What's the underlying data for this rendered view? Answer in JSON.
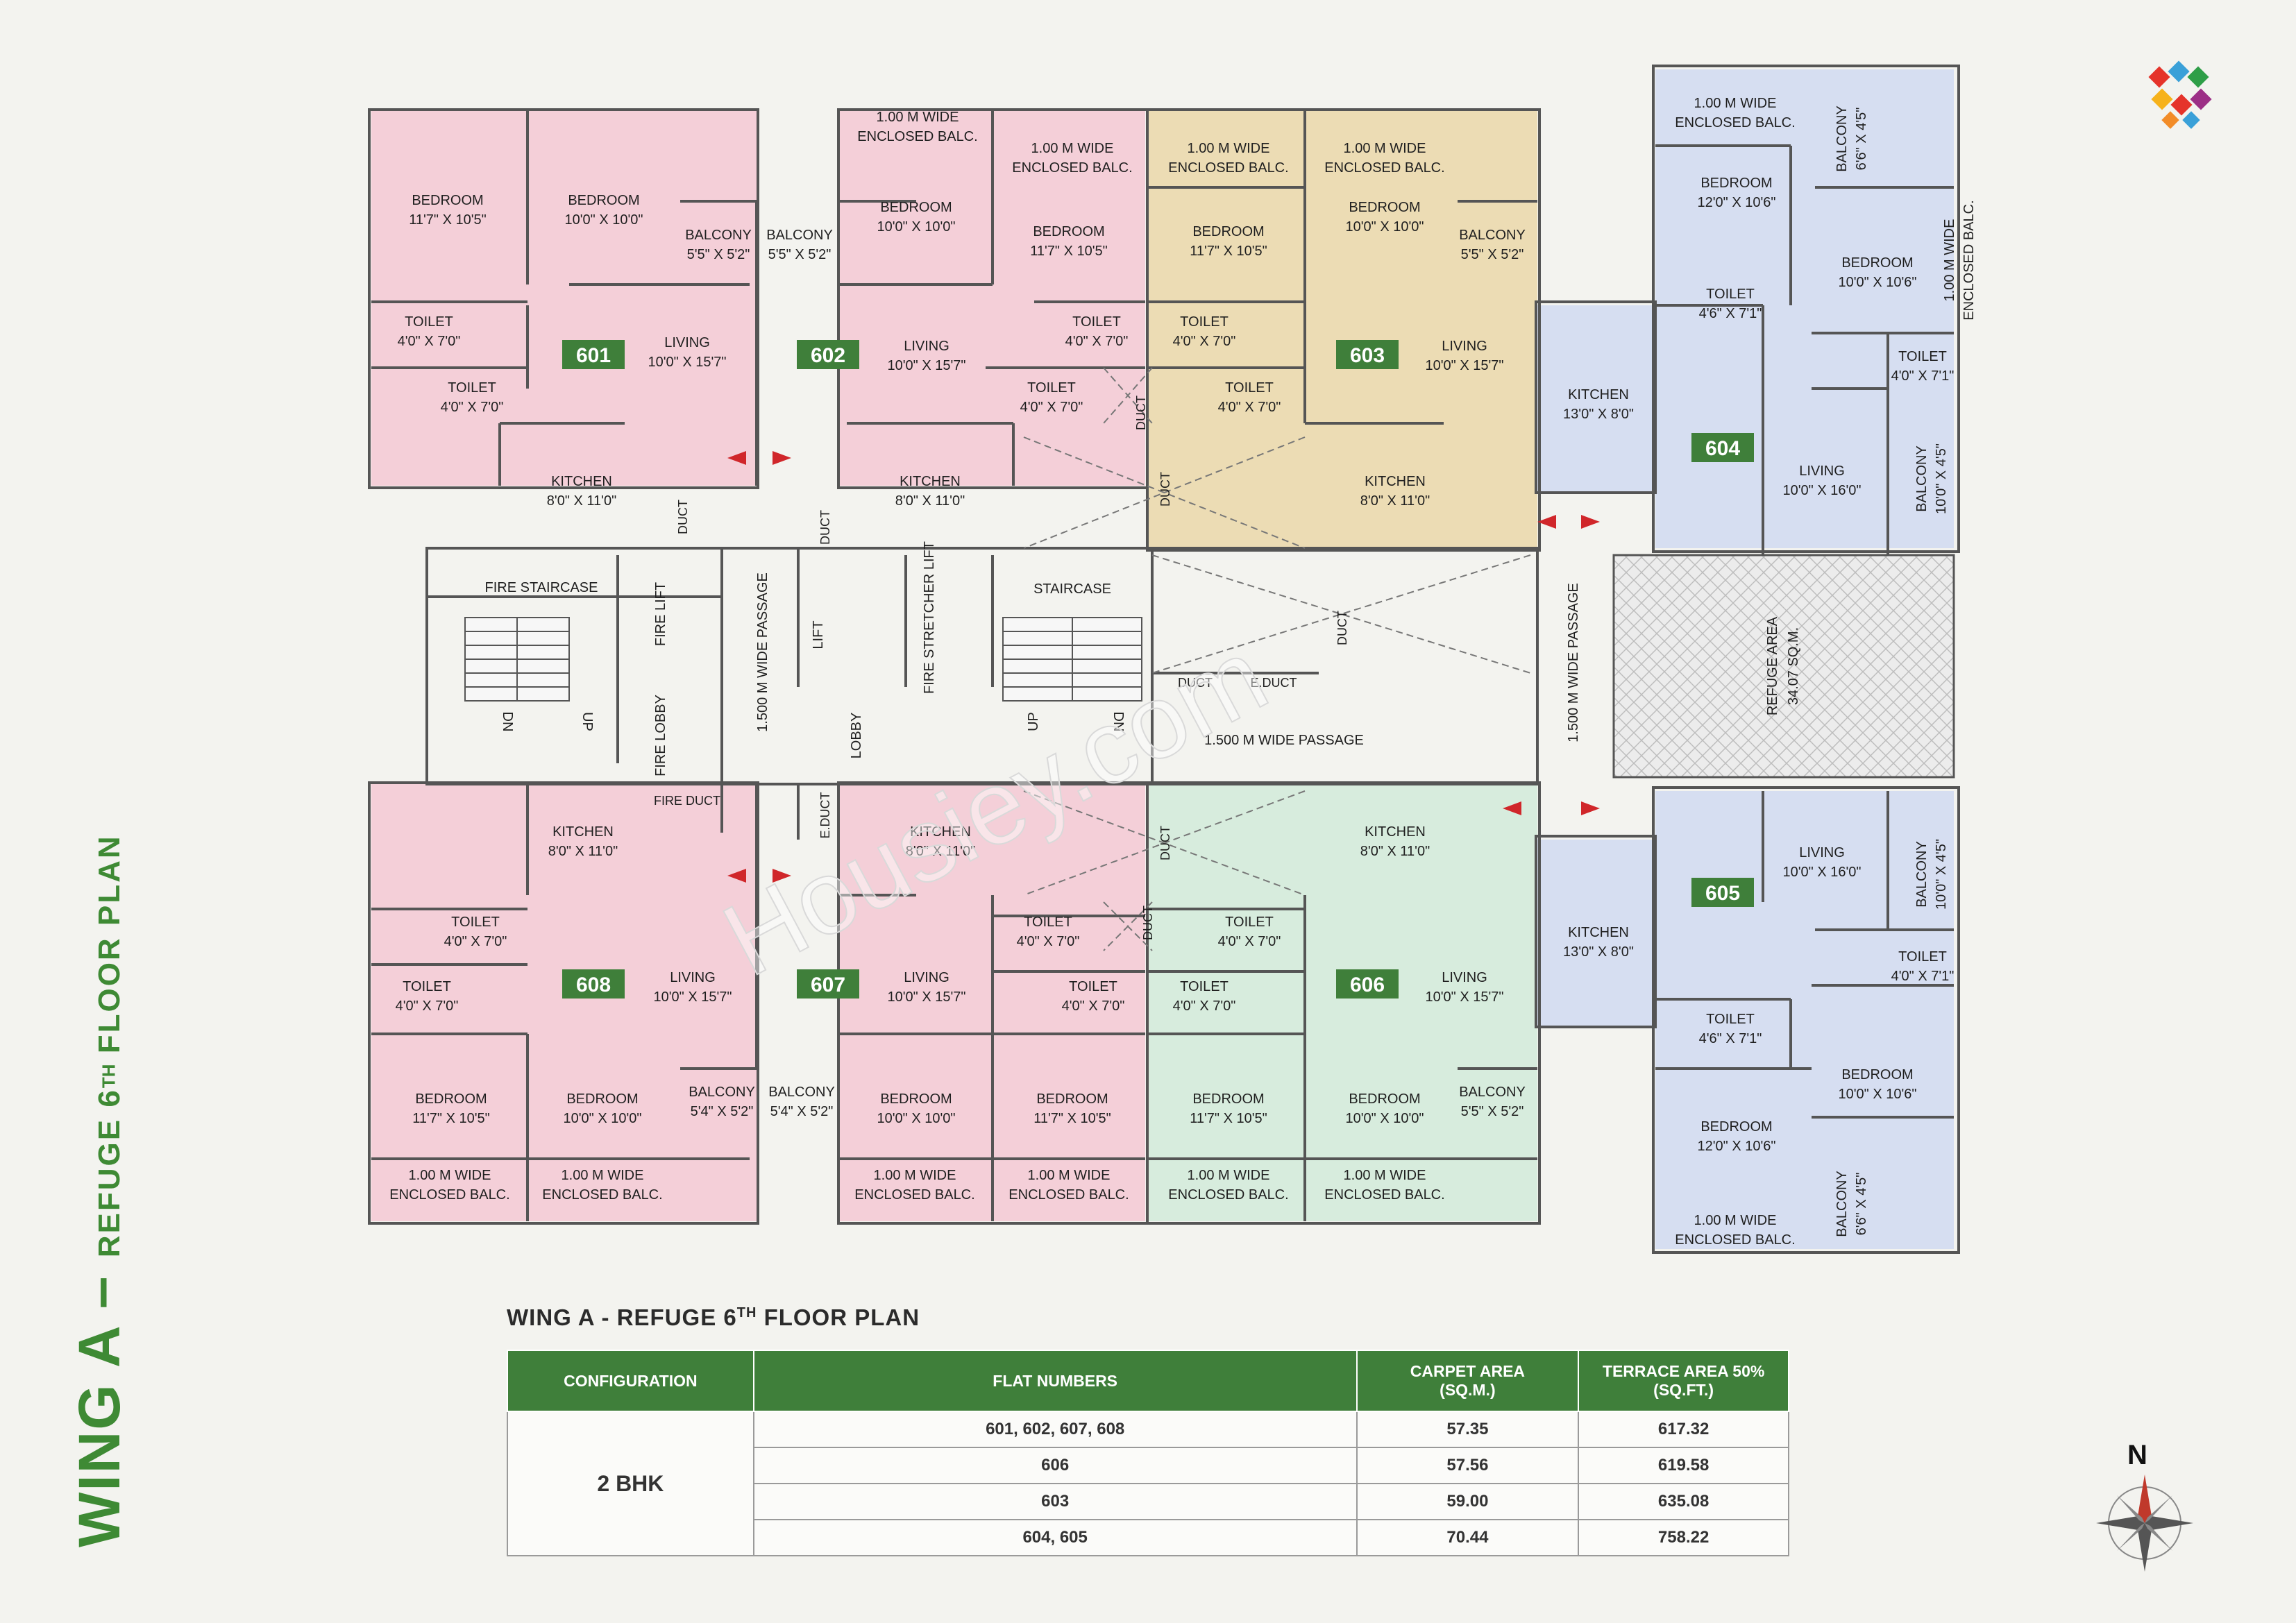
{
  "side_title": {
    "main": "WING A – ",
    "sub": "REFUGE 6",
    "sup": "TH",
    "rest": " FLOOR PLAN"
  },
  "table_title": {
    "main": "WING A - REFUGE 6",
    "sup": "TH",
    "rest": " FLOOR PLAN"
  },
  "colors": {
    "pink": "#f4cfd8",
    "beige": "#ecdcb4",
    "blue": "#d6def1",
    "green": "#d7ecdd",
    "badge": "#3f7f3a",
    "arrow": "#d0262a"
  },
  "watermark": "Housiey.com",
  "compass": {
    "label": "N"
  },
  "flats": [
    {
      "id": "601",
      "rooms": [
        {
          "name": "BEDROOM",
          "size": "11'7\" X 10'5\""
        },
        {
          "name": "BEDROOM",
          "size": "10'0\" X 10'0\""
        },
        {
          "name": "BALCONY",
          "size": "5'5\" X 5'2\""
        },
        {
          "name": "TOILET",
          "size": "4'0\" X 7'0\""
        },
        {
          "name": "LIVING",
          "size": "10'0\" X 15'7\""
        },
        {
          "name": "TOILET",
          "size": "4'0\" X 7'0\""
        },
        {
          "name": "KITCHEN",
          "size": "8'0\" X 11'0\""
        }
      ]
    },
    {
      "id": "602",
      "rooms": [
        {
          "name": "1.00 M WIDE",
          "size": "ENCLOSED BALC."
        },
        {
          "name": "1.00 M WIDE",
          "size": "ENCLOSED BALC."
        },
        {
          "name": "BALCONY",
          "size": "5'5\" X 5'2\""
        },
        {
          "name": "BEDROOM",
          "size": "10'0\" X 10'0\""
        },
        {
          "name": "BEDROOM",
          "size": "11'7\" X 10'5\""
        },
        {
          "name": "LIVING",
          "size": "10'0\" X 15'7\""
        },
        {
          "name": "TOILET",
          "size": "4'0\" X 7'0\""
        },
        {
          "name": "TOILET",
          "size": "4'0\" X 7'0\""
        },
        {
          "name": "KITCHEN",
          "size": "8'0\" X 11'0\""
        }
      ]
    },
    {
      "id": "603",
      "rooms": [
        {
          "name": "1.00 M WIDE",
          "size": "ENCLOSED BALC."
        },
        {
          "name": "1.00 M WIDE",
          "size": "ENCLOSED BALC."
        },
        {
          "name": "BEDROOM",
          "size": "11'7\" X 10'5\""
        },
        {
          "name": "BEDROOM",
          "size": "10'0\" X 10'0\""
        },
        {
          "name": "BALCONY",
          "size": "5'5\" X 5'2\""
        },
        {
          "name": "TOILET",
          "size": "4'0\" X 7'0\""
        },
        {
          "name": "TOILET",
          "size": "4'0\" X 7'0\""
        },
        {
          "name": "LIVING",
          "size": "10'0\" X 15'7\""
        },
        {
          "name": "KITCHEN",
          "size": "8'0\" X 11'0\""
        }
      ]
    },
    {
      "id": "604",
      "rooms": [
        {
          "name": "1.00 M WIDE",
          "size": "ENCLOSED BALC."
        },
        {
          "name": "BALCONY",
          "size": "6'6\" X 4'5\""
        },
        {
          "name": "BEDROOM",
          "size": "12'0\" X 10'6\""
        },
        {
          "name": "BEDROOM",
          "size": "10'0\" X 10'6\""
        },
        {
          "name": "1.00 M WIDE",
          "size": "ENCLOSED BALC."
        },
        {
          "name": "TOILET",
          "size": "4'6\" X 7'1\""
        },
        {
          "name": "TOILET",
          "size": "4'0\" X 7'1\""
        },
        {
          "name": "KITCHEN",
          "size": "13'0\" X 8'0\""
        },
        {
          "name": "LIVING",
          "size": "10'0\" X 16'0\""
        },
        {
          "name": "BALCONY",
          "size": "10'0\" X 4'5\""
        }
      ]
    },
    {
      "id": "605",
      "rooms": [
        {
          "name": "LIVING",
          "size": "10'0\" X 16'0\""
        },
        {
          "name": "BALCONY",
          "size": "10'0\" X 4'5\""
        },
        {
          "name": "KITCHEN",
          "size": "13'0\" X 8'0\""
        },
        {
          "name": "TOILET",
          "size": "4'0\" X 7'1\""
        },
        {
          "name": "TOILET",
          "size": "4'6\" X 7'1\""
        },
        {
          "name": "BEDROOM",
          "size": "10'0\" X 10'6\""
        },
        {
          "name": "BEDROOM",
          "size": "12'0\" X 10'6\""
        },
        {
          "name": "BALCONY",
          "size": "6'6\" X 4'5\""
        },
        {
          "name": "1.00 M WIDE",
          "size": "ENCLOSED BALC."
        }
      ]
    },
    {
      "id": "606",
      "rooms": [
        {
          "name": "KITCHEN",
          "size": "8'0\" X 11'0\""
        },
        {
          "name": "TOILET",
          "size": "4'0\" X 7'0\""
        },
        {
          "name": "TOILET",
          "size": "4'0\" X 7'0\""
        },
        {
          "name": "LIVING",
          "size": "10'0\" X 15'7\""
        },
        {
          "name": "BEDROOM",
          "size": "11'7\" X 10'5\""
        },
        {
          "name": "BEDROOM",
          "size": "10'0\" X 10'0\""
        },
        {
          "name": "BALCONY",
          "size": "5'5\" X 5'2\""
        },
        {
          "name": "1.00 M WIDE",
          "size": "ENCLOSED BALC."
        },
        {
          "name": "1.00 M WIDE",
          "size": "ENCLOSED BALC."
        }
      ]
    },
    {
      "id": "607",
      "rooms": [
        {
          "name": "KITCHEN",
          "size": "8'0\" X 11'0\""
        },
        {
          "name": "TOILET",
          "size": "4'0\" X 7'0\""
        },
        {
          "name": "TOILET",
          "size": "4'0\" X 7'0\""
        },
        {
          "name": "LIVING",
          "size": "10'0\" X 15'7\""
        },
        {
          "name": "BALCONY",
          "size": "5'4\" X 5'2\""
        },
        {
          "name": "BEDROOM",
          "size": "10'0\" X 10'0\""
        },
        {
          "name": "BEDROOM",
          "size": "11'7\" X 10'5\""
        },
        {
          "name": "1.00 M WIDE",
          "size": "ENCLOSED BALC."
        },
        {
          "name": "1.00 M WIDE",
          "size": "ENCLOSED BALC."
        }
      ]
    },
    {
      "id": "608",
      "rooms": [
        {
          "name": "KITCHEN",
          "size": "8'0\" X 11'0\""
        },
        {
          "name": "TOILET",
          "size": "4'0\" X 7'0\""
        },
        {
          "name": "TOILET",
          "size": "4'0\" X 7'0\""
        },
        {
          "name": "LIVING",
          "size": "10'0\" X 15'7\""
        },
        {
          "name": "BEDROOM",
          "size": "11'7\" X 10'5\""
        },
        {
          "name": "BEDROOM",
          "size": "10'0\" X 10'0\""
        },
        {
          "name": "BALCONY",
          "size": "5'4\" X 5'2\""
        },
        {
          "name": "1.00 M WIDE",
          "size": "ENCLOSED BALC."
        },
        {
          "name": "1.00 M WIDE",
          "size": "ENCLOSED BALC."
        }
      ]
    }
  ],
  "core": {
    "fire_staircase": "FIRE STAIRCASE",
    "fire_lift": "FIRE LIFT",
    "fire_lobby": "FIRE LOBBY",
    "fire_duct": "FIRE DUCT",
    "dn": "DN",
    "up": "UP",
    "lift": "LIFT",
    "fire_stretcher_lift": "FIRE STRETCHER LIFT",
    "staircase": "STAIRCASE",
    "lobby": "LOBBY",
    "duct": "DUCT",
    "e_duct": "E.DUCT",
    "passage_v": "1.500 M WIDE PASSAGE",
    "passage_h": "1.500 M  WIDE PASSAGE",
    "refuge_area": "REFUGE AREA",
    "refuge_size": "34.07 SQ.M."
  },
  "table": {
    "headers": [
      "CONFIGURATION",
      "FLAT NUMBERS",
      "CARPET AREA",
      "(SQ.M.)",
      "TERRACE AREA 50%",
      "(SQ.FT.)"
    ],
    "config": "2 BHK",
    "rows": [
      {
        "flats": "601, 602, 607, 608",
        "carpet": "57.35",
        "terrace": "617.32"
      },
      {
        "flats": "606",
        "carpet": "57.56",
        "terrace": "619.58"
      },
      {
        "flats": "603",
        "carpet": "59.00",
        "terrace": "635.08"
      },
      {
        "flats": "604, 605",
        "carpet": "70.44",
        "terrace": "758.22"
      }
    ]
  }
}
